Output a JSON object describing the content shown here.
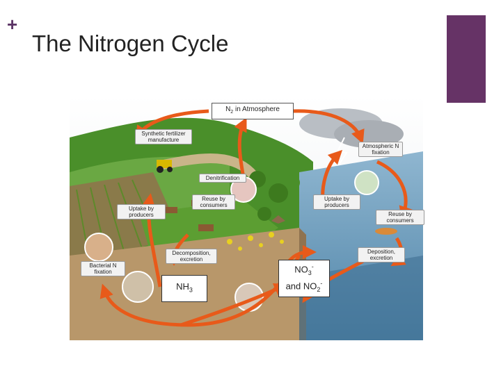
{
  "slide": {
    "bullet": "+",
    "title": "The Nitrogen Cycle",
    "accent_color": "#663366"
  },
  "diagram": {
    "n2_label": {
      "text": "N",
      "sub": "2",
      "rest": " in Atmosphere"
    },
    "labels": {
      "synthetic": "Synthetic fertilizer manufacture",
      "atmospheric": "Atmospheric N fixation",
      "denitrification": "Denitrification",
      "reuse_land": "Reuse by consumers",
      "uptake_left": "Uptake by producers",
      "uptake_right": "Uptake by producers",
      "reuse_water": "Reuse by consumers",
      "decomposition": "Decomposition, excretion",
      "deposition": "Deposition, excretion",
      "bacterial": "Bacterial N fixation"
    },
    "nh3": {
      "text": "NH",
      "sub": "3"
    },
    "no3": {
      "line1_text": "NO",
      "line1_sub": "3",
      "line1_sup": "-",
      "line2_text": "and NO",
      "line2_sub": "2",
      "line2_sup": "-"
    },
    "colors": {
      "sky": "#f4f6f8",
      "hill": "#4a8f2a",
      "soil": "#b8976a",
      "water": "#6e9dbc",
      "arrow": "#e85a1a"
    }
  }
}
